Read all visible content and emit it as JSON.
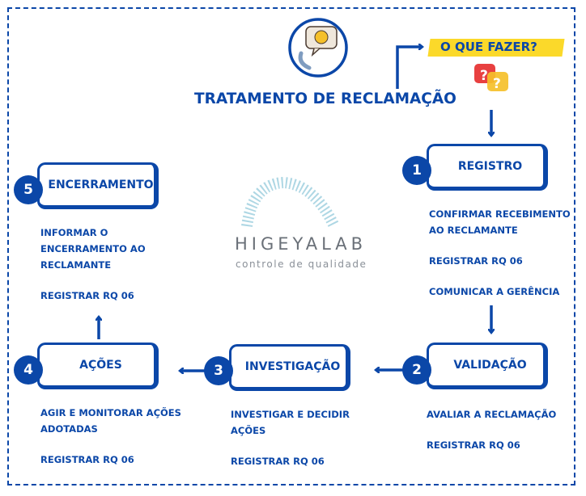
{
  "title": "TRATAMENTO DE RECLAMAÇÃO",
  "question": "O QUE FAZER?",
  "logo": {
    "name": "HIGEYALAB",
    "tagline": "controle de qualidade"
  },
  "colors": {
    "primary": "#0b47a8",
    "highlight": "#fbd92a"
  },
  "steps": [
    {
      "num": "1",
      "label": "REGISTRO",
      "lines": [
        "CONFIRMAR RECEBIMENTO",
        "AO RECLAMANTE"
      ],
      "extra": [
        "REGISTRAR RQ 06",
        "COMUNICAR A GERÊNCIA"
      ]
    },
    {
      "num": "2",
      "label": "VALIDAÇÃO",
      "lines": [
        "AVALIAR A RECLAMAÇÃO"
      ],
      "extra": [
        "REGISTRAR RQ 06"
      ]
    },
    {
      "num": "3",
      "label": "INVESTIGAÇÃO",
      "lines": [
        "INVESTIGAR E DECIDIR",
        "AÇÕES"
      ],
      "extra": [
        "REGISTRAR RQ 06"
      ]
    },
    {
      "num": "4",
      "label": "AÇÕES",
      "lines": [
        "AGIR E MONITORAR AÇÕES",
        "ADOTADAS"
      ],
      "extra": [
        "REGISTRAR RQ 06"
      ]
    },
    {
      "num": "5",
      "label": "ENCERRAMENTO",
      "lines": [
        "INFORMAR O",
        "ENCERRAMENTO AO",
        "RECLAMANTE"
      ],
      "extra": [
        "REGISTRAR RQ 06"
      ]
    }
  ]
}
